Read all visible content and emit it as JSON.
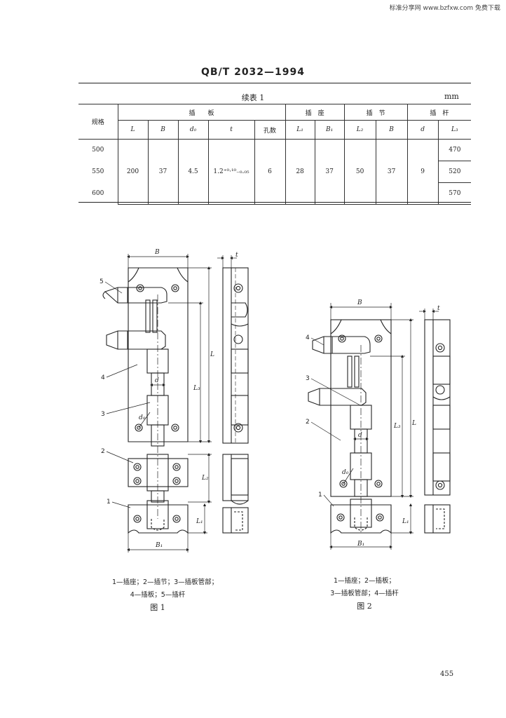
{
  "header": {
    "watermark": "标准分享网 www.bzfxw.com 免费下载"
  },
  "standard_code": "QB/T 2032—1994",
  "table": {
    "title": "续表 1",
    "unit": "mm",
    "group_headers": {
      "spec": "规格",
      "bolt_plate": "插　　板",
      "socket": "插　座",
      "bolt_joint": "插　节",
      "bolt_rod": "插　杆"
    },
    "col_headers": [
      "L",
      "B",
      "d₀",
      "t",
      "孔数",
      "L₁",
      "B₁",
      "L₂",
      "B",
      "d",
      "L₃"
    ],
    "t_value": "1.2⁺⁰·¹⁰₋₀.₀₅",
    "rows": [
      {
        "spec": "500",
        "L3": "470"
      },
      {
        "spec": "550",
        "L3": "520"
      },
      {
        "spec": "600",
        "L3": "570"
      }
    ],
    "shared": {
      "L": "200",
      "B": "37",
      "d0": "4.5",
      "holes": "6",
      "L1": "28",
      "B1": "37",
      "L2": "50",
      "B_joint": "37",
      "d": "9"
    }
  },
  "figure1": {
    "dims": {
      "B": "B",
      "t": "t",
      "L": "L",
      "L3": "L₃",
      "L2": "L₂",
      "L1": "L₁",
      "B1": "B₁",
      "d": "d",
      "d0": "d₀"
    },
    "callouts": [
      "5",
      "4",
      "3",
      "2",
      "1"
    ],
    "caption_line1": "1—插座；2—插节；3—插板管部；",
    "caption_line2": "4—插板；5—插杆",
    "label": "图 1"
  },
  "figure2": {
    "dims": {
      "B": "B",
      "t": "t",
      "L": "L",
      "L3": "L₃",
      "L1": "L₁",
      "B1": "B₁",
      "d": "d",
      "d0": "d₀"
    },
    "callouts": [
      "4",
      "3",
      "2",
      "1"
    ],
    "caption_line1": "1—插座；2—插板；",
    "caption_line2": "3—插板管部；4—插杆",
    "label": "图 2"
  },
  "page_number": "455"
}
